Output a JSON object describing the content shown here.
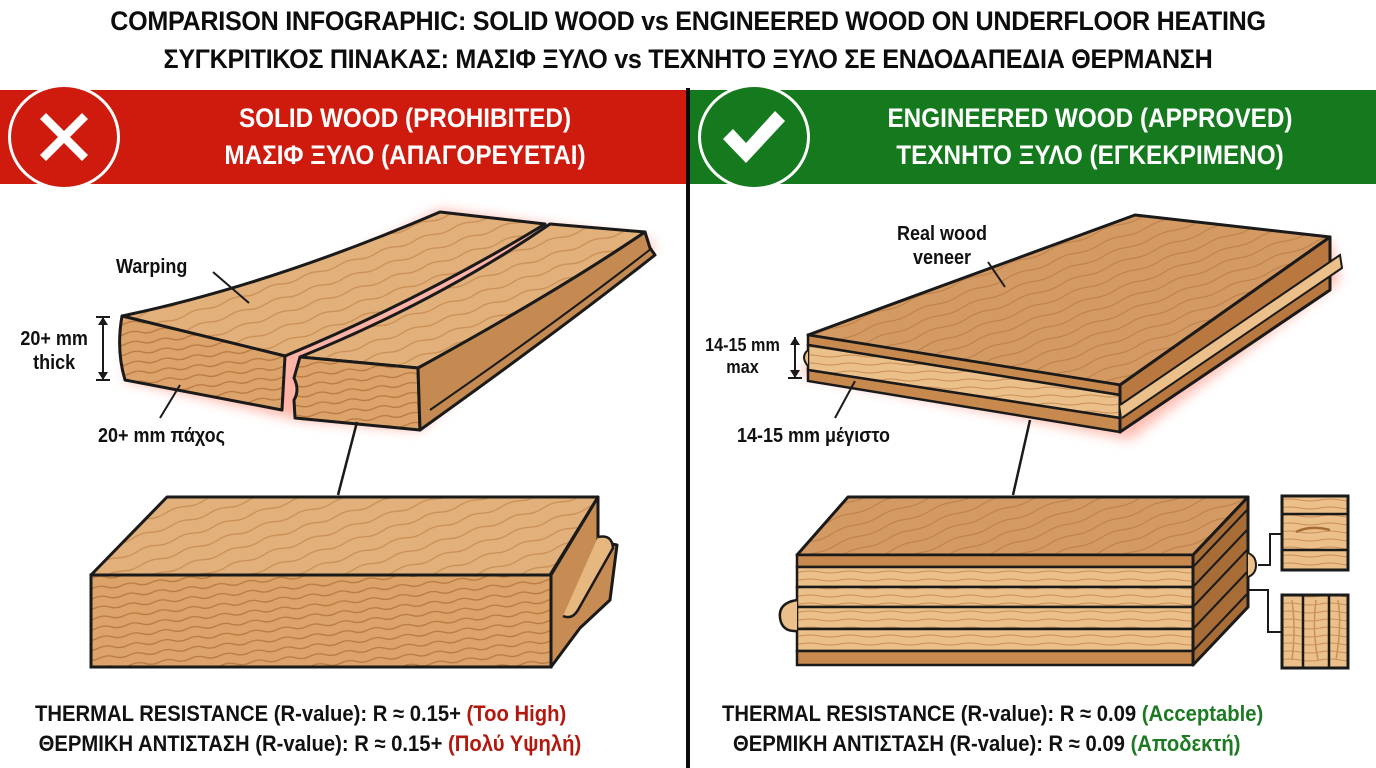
{
  "header": {
    "title_en": "COMPARISON INFOGRAPHIC: SOLID WOOD vs ENGINEERED WOOD ON UNDERFLOOR HEATING",
    "title_gr": "ΣΥΓΚΡΙΤΙΚΟΣ ΠΙΝΑΚΑΣ: ΜΑΣΙΦ ΞΥΛΟ vs ΤΕΧΝΗΤΟ ΞΥΛΟ ΣΕ ΕΝΔΟΔΑΠΕΔΙΑ ΘΕΡΜΑΝΣΗ"
  },
  "colors": {
    "prohibited": "#cf1a0e",
    "approved": "#157a1e",
    "prohibited_text": "#b3180e",
    "approved_text": "#1d7a22",
    "wood_light": "#e6b77f",
    "wood_mid": "#d29a5e",
    "wood_dark": "#b97a42",
    "heat_glow": "#ff5a3c"
  },
  "left": {
    "status_icon": "x-mark-icon",
    "banner_en": "SOLID WOOD (PROHIBITED)",
    "banner_gr": "ΜΑΣΙΦ ΞΥΛΟ (ΑΠΑΓΟΡΕΥΕΤΑΙ)",
    "label_warping": "Warping",
    "label_thickness_en_1": "20+ mm",
    "label_thickness_en_2": "thick",
    "label_thickness_gr": "20+ mm πάχος",
    "footer_en_prefix": "THERMAL RESISTANCE (R-value): R ≈ 0.15+",
    "footer_en_verdict": "(Too High)",
    "footer_gr_prefix": "ΘΕΡΜΙΚΗ ΑΝΤΙΣΤΑΣΗ (R-value): R ≈ 0.15+",
    "footer_gr_verdict": "(Πολύ Υψηλή)",
    "r_value": "0.15+"
  },
  "right": {
    "status_icon": "check-mark-icon",
    "banner_en": "ENGINEERED WOOD (APPROVED)",
    "banner_gr": "ΤΕΧΝΗΤΟ ΞΥΛΟ (ΕΓΚΕΚΡΙΜΕΝΟ)",
    "label_veneer_1": "Real wood",
    "label_veneer_2": "veneer",
    "label_thickness_en_1": "14-15 mm",
    "label_thickness_en_2": "max",
    "label_thickness_gr": "14-15 mm μέγιστο",
    "footer_en_prefix": "THERMAL RESISTANCE (R-value): R ≈ 0.09",
    "footer_en_verdict": "(Acceptable)",
    "footer_gr_prefix": "ΘΕΡΜΙΚΗ ΑΝΤΙΣΤΑΣΗ (R-value): R ≈ 0.09",
    "footer_gr_verdict": "(Αποδεκτή)",
    "r_value": "0.09"
  }
}
